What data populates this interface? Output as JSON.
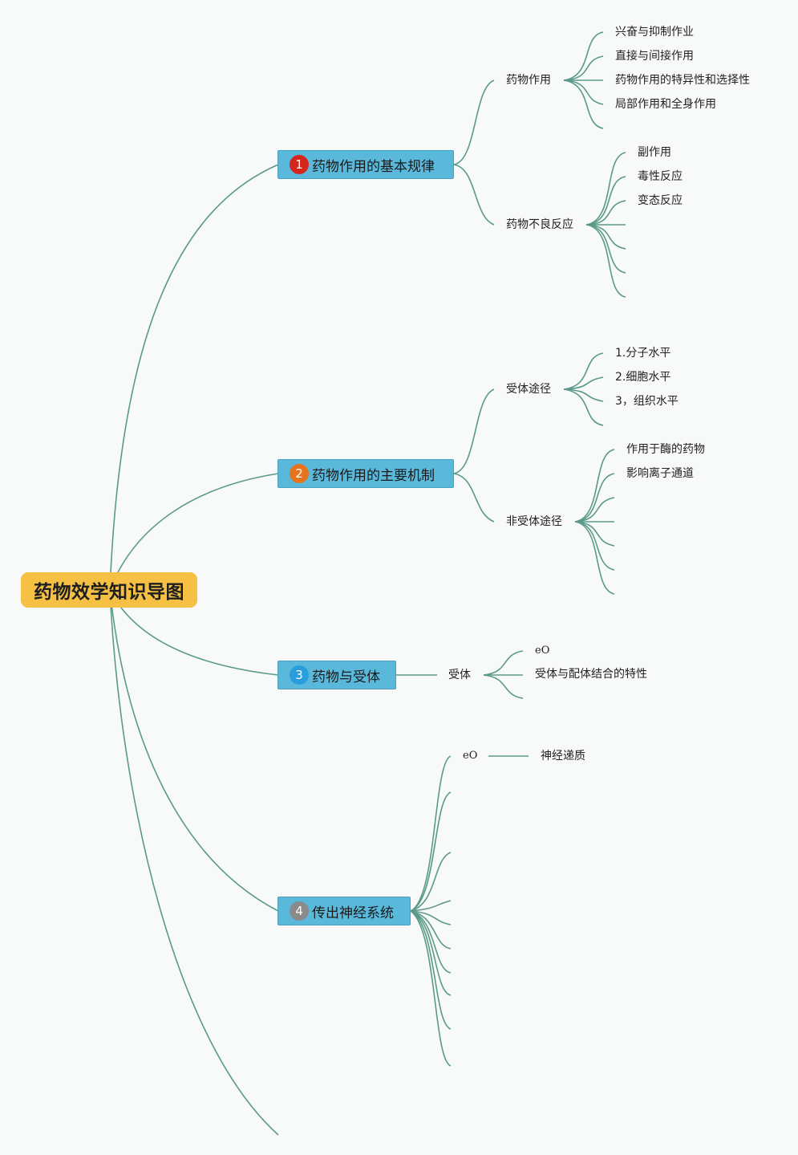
{
  "root": {
    "label": "药物效学知识导图"
  },
  "branches": [
    {
      "badge": "1",
      "badge_color": "#d6251c",
      "label": "药物作用的基本规律",
      "children": [
        {
          "label": "药物作用",
          "leaves": [
            "兴奋与抑制作业",
            "直接与间接作用",
            "药物作用的特异性和选择性",
            "局部作用和全身作用"
          ]
        },
        {
          "label": "药物不良反应",
          "leaves": [
            "副作用",
            "毒性反应",
            "变态反应"
          ]
        }
      ]
    },
    {
      "badge": "2",
      "badge_color": "#e8731e",
      "label": "药物作用的主要机制",
      "children": [
        {
          "label": "受体途径",
          "leaves": [
            "1.分子水平",
            "2.细胞水平",
            "3，组织水平"
          ]
        },
        {
          "label": "非受体途径",
          "leaves": [
            "作用于酶的药物",
            "影响离子通道"
          ]
        }
      ]
    },
    {
      "badge": "3",
      "badge_color": "#2a9ddc",
      "label": "药物与受体",
      "children": [
        {
          "label": "受体",
          "leaves": [
            "eO",
            "受体与配体结合的特性"
          ]
        }
      ]
    },
    {
      "badge": "4",
      "badge_color": "#8a8a8a",
      "label": "传出神经系统",
      "children": [
        {
          "label": "eO",
          "leaves": [
            "神经递质"
          ]
        }
      ]
    }
  ]
}
